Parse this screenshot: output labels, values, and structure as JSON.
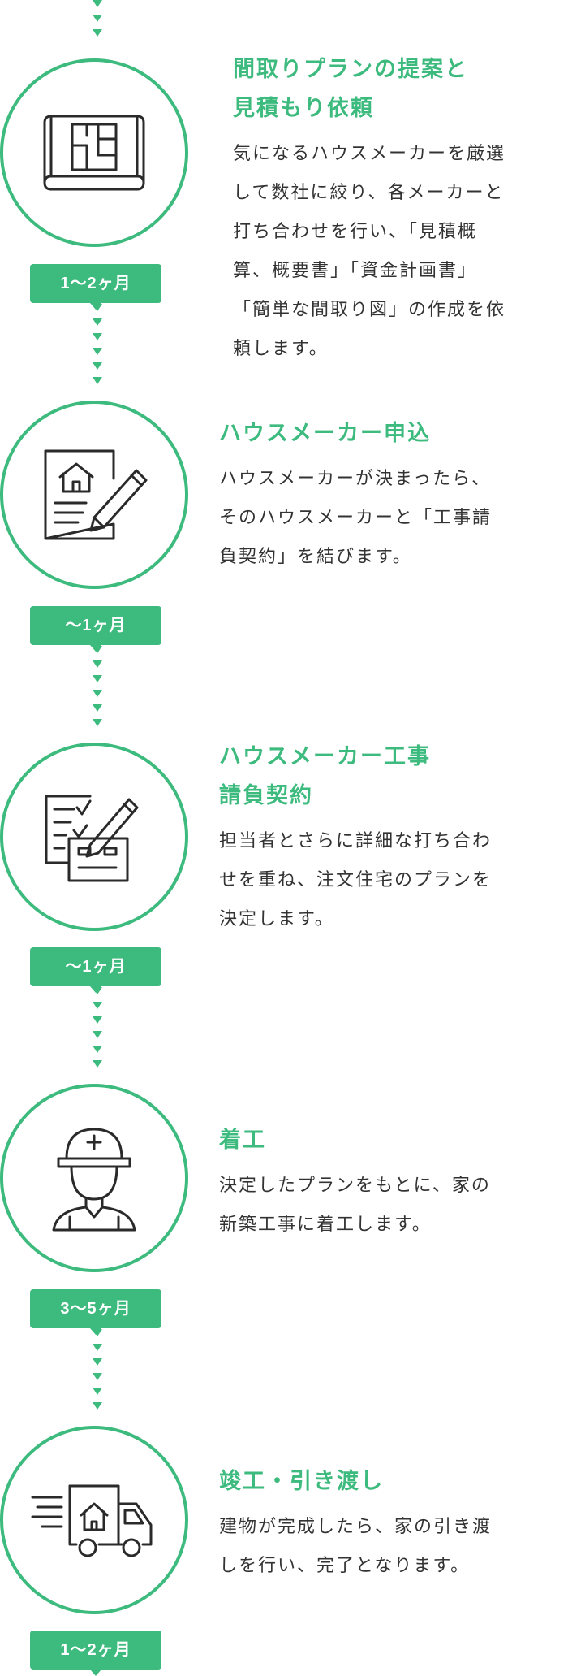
{
  "accent_color": "#3dba7d",
  "steps": [
    {
      "icon": "floor-plan-icon",
      "title_lines": [
        "間取りプランの提案と",
        "見積もり依頼"
      ],
      "desc_lines": [
        "気になるハウスメーカーを厳選",
        "して数社に絞り、各メーカーと",
        "打ち合わせを行い、「見積概",
        "算、概要書」「資金計画書」",
        "「簡単な間取り図」の作成を依",
        "頼します。"
      ],
      "duration": "1〜2ヶ月"
    },
    {
      "icon": "house-contract-pen-icon",
      "title_lines": [
        "ハウスメーカー申込"
      ],
      "desc_lines": [
        "ハウスメーカーが決まったら、",
        "そのハウスメーカーと「工事請",
        "負契約」を結びます。"
      ],
      "duration": "〜1ヶ月"
    },
    {
      "icon": "checklist-card-pen-icon",
      "title_lines": [
        "ハウスメーカー工事",
        "請負契約"
      ],
      "desc_lines": [
        "担当者とさらに詳細な打ち合わ",
        "せを重ね、注文住宅のプランを",
        "決定します。"
      ],
      "duration": "〜1ヶ月"
    },
    {
      "icon": "construction-worker-icon",
      "title_lines": [
        "着工"
      ],
      "desc_lines": [
        "決定したプランをもとに、家の",
        "新築工事に着工します。"
      ],
      "duration": "3〜5ヶ月"
    },
    {
      "icon": "moving-truck-icon",
      "title_lines": [
        "竣工・引き渡し"
      ],
      "desc_lines": [
        "建物が完成したら、家の引き渡",
        "しを行い、完了となります。"
      ],
      "duration": "1〜2ヶ月"
    }
  ]
}
